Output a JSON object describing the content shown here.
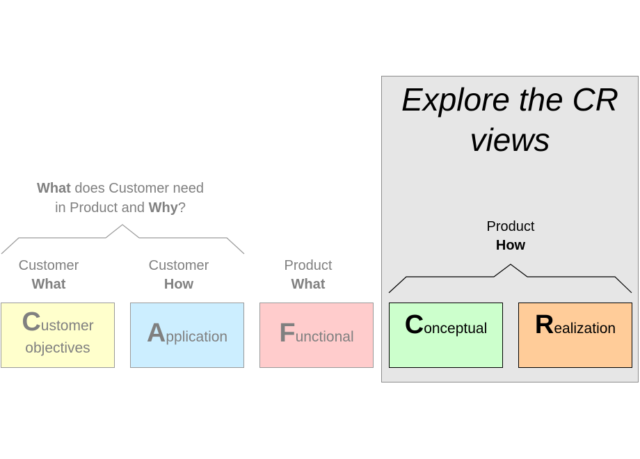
{
  "panel": {
    "title": "Explore the CR views",
    "label_top": "Product",
    "label_bottom": "How"
  },
  "question": {
    "parts": [
      {
        "text": "What",
        "bold": true
      },
      {
        "text": " does Customer need",
        "bold": false
      },
      {
        "text": "in Product and ",
        "bold": false
      },
      {
        "text": "Why",
        "bold": true
      },
      {
        "text": "?",
        "bold": false
      }
    ]
  },
  "labels": [
    {
      "top": "Customer",
      "bottom": "What"
    },
    {
      "top": "Customer",
      "bottom": "How"
    },
    {
      "top": "Product",
      "bottom": "What"
    }
  ],
  "boxes": [
    {
      "initial": "C",
      "rest": "ustomer",
      "line2": "objectives",
      "fill": "#ffffcc"
    },
    {
      "initial": "A",
      "rest": "pplication",
      "line2": "",
      "fill": "#cceeff"
    },
    {
      "initial": "F",
      "rest": "unctional",
      "line2": "",
      "fill": "#ffcccc"
    },
    {
      "initial": "C",
      "rest": "onceptual",
      "line2": "",
      "fill": "#ccffcc"
    },
    {
      "initial": "R",
      "rest": "ealization",
      "line2": "",
      "fill": "#ffcc99"
    }
  ]
}
